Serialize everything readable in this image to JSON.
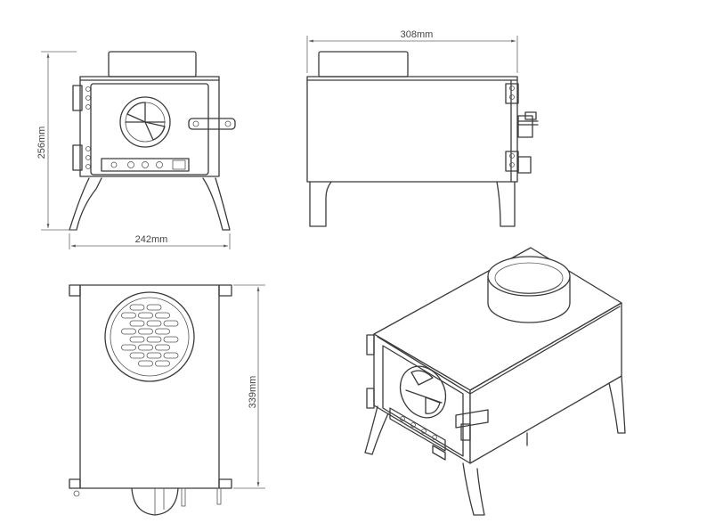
{
  "dimensions": {
    "height": "256mm",
    "width_front": "242mm",
    "width_side": "308mm",
    "depth_top": "339mm"
  }
}
